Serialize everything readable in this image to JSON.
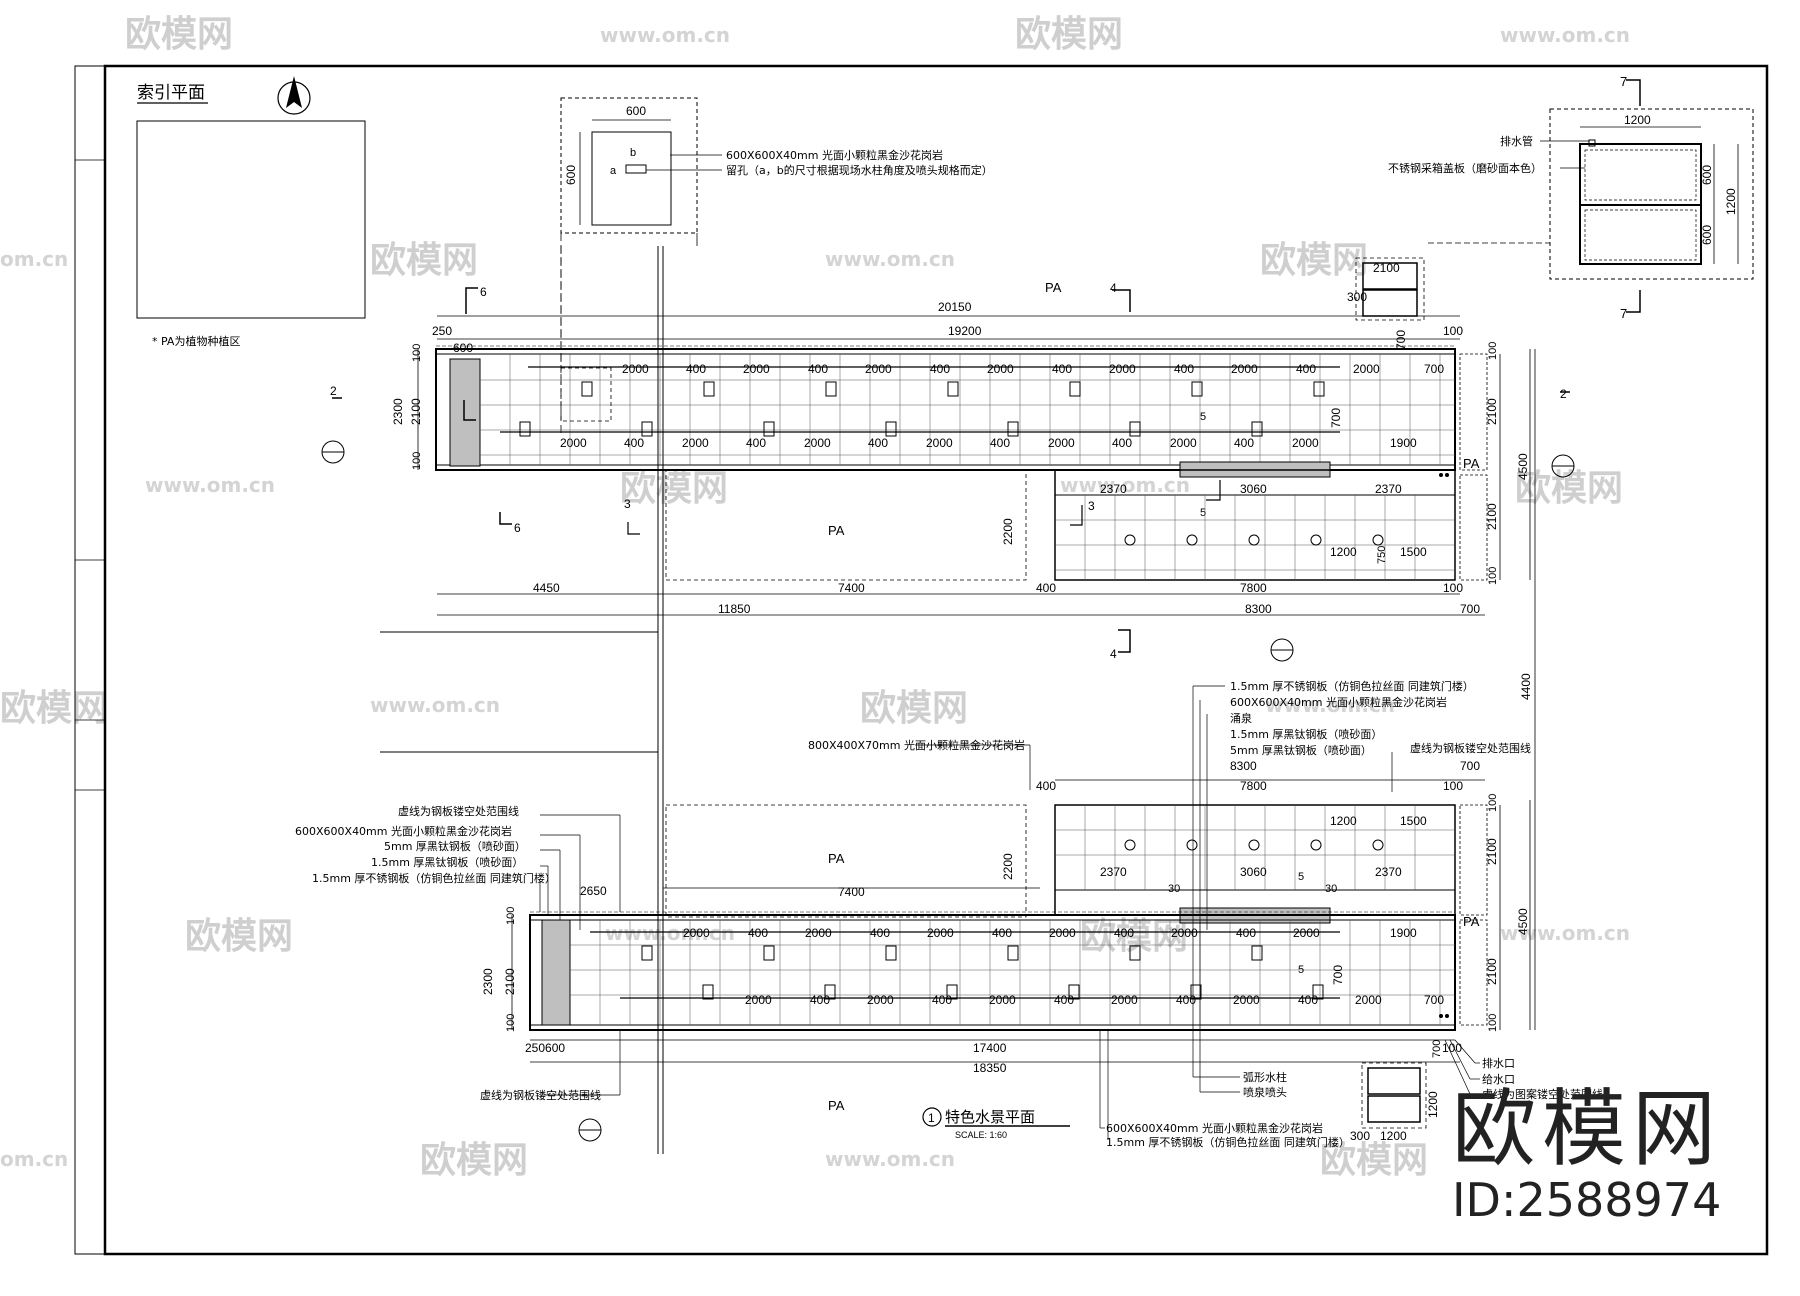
{
  "index_plan": {
    "title": "索引平面",
    "note": "* PA为植物种植区"
  },
  "plan": {
    "title": "特色水景平面",
    "number": "1",
    "scale": "SCALE: 1:60"
  },
  "area_label": "PA",
  "details": {
    "stone_detail": {
      "width": "600",
      "height": "600",
      "hole_label": "b",
      "hole_label2": "a",
      "note1": "600X600X40mm 光面小颗粒黑金沙花岗岩",
      "note2": "留孔（a，b的尺寸根据现场水柱角度及喷头规格而定）"
    },
    "drain_detail": {
      "width": "1200",
      "dim_a": "600",
      "dim_b": "600",
      "dim_total": "1200",
      "note1": "排水管",
      "note2": "不锈钢采箱盖板（磨砂面本色）",
      "section_mark": "7"
    }
  },
  "upper_dims": {
    "d20150": "20150",
    "d19200": "19200",
    "d250": "250",
    "d600": "600",
    "d100": "100",
    "d2100": "2100",
    "d300": "300",
    "d700": "700",
    "d2300": "2300",
    "d4450": "4450",
    "d7400": "7400",
    "d400": "400",
    "d7800": "7800",
    "d11850": "11850",
    "d8300": "8300",
    "d4500": "4500",
    "d4400": "4400",
    "d2200": "2200",
    "d2370": "2370",
    "d3060": "3060",
    "d1200": "1200",
    "d1500": "1500",
    "d750": "750",
    "d2000": "2000",
    "d1900": "1900"
  },
  "lower_dims": {
    "d17400": "17400",
    "d18350": "18350",
    "d250600": "250600",
    "d2650": "2650",
    "d30": "30"
  },
  "section_marks": [
    "2",
    "3",
    "4",
    "5",
    "6",
    "7"
  ],
  "callouts": {
    "c1": "1.5mm 厚不锈钢板（仿铜色拉丝面  同建筑门楼）",
    "c2": "600X600X40mm 光面小颗粒黑金沙花岗岩",
    "c3": "涌泉",
    "c4": "1.5mm 厚黑钛钢板（喷砂面）",
    "c5": "5mm 厚黑钛钢板（喷砂面）",
    "c6": "800X400X70mm 光面小颗粒黑金沙花岗岩",
    "c7": "虚线为钢板镂空处范围线",
    "c8": "600X600X40mm 光面小颗粒黑金沙花岗岩",
    "c9": "5mm 厚黑钛钢板（喷砂面）",
    "c10": "1.5mm 厚黑钛钢板（喷砂面）",
    "c11": "1.5mm 厚不锈钢板（仿铜色拉丝面  同建筑门楼）",
    "c12": "虚线为钢板镂空处范围线",
    "c13": "虚线为钢板镂空处范围线",
    "c14": "排水口",
    "c15": "给水口",
    "c16": "虚线为图案镂空处范围线",
    "c17": "弧形水柱",
    "c18": "喷泉喷头",
    "c19": "600X600X40mm 光面小颗粒黑金沙花岗岩",
    "c20": "1.5mm 厚不锈钢板（仿铜色拉丝面  同建筑门楼）"
  },
  "watermark": {
    "logo_text": "欧模网",
    "url": "www.om.cn",
    "side_url": "om.cn"
  },
  "brand": {
    "name": "欧模网",
    "id": "ID:2588974"
  }
}
